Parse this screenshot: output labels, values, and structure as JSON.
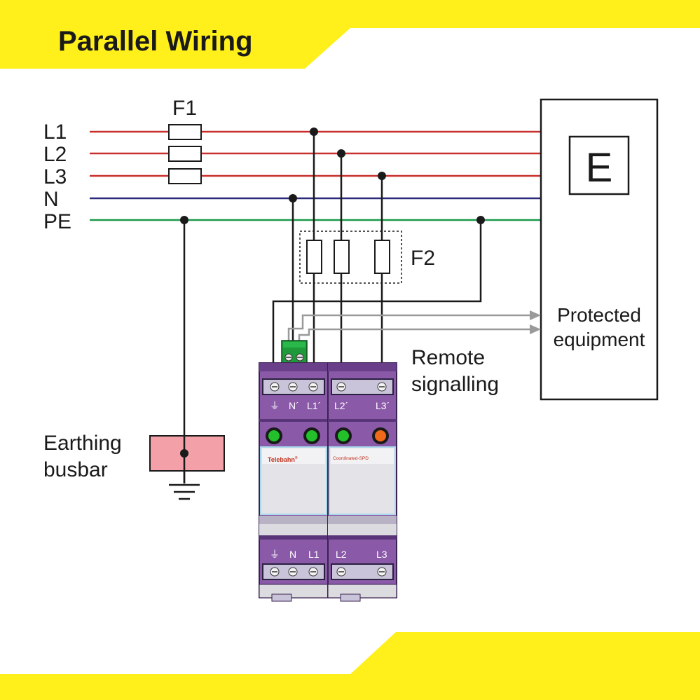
{
  "title": "Parallel Wiring",
  "lines": {
    "l1": "L1",
    "l2": "L2",
    "l3": "L3",
    "n": "N",
    "pe": "PE"
  },
  "fuses": {
    "f1": "F1",
    "f2": "F2"
  },
  "equipment": {
    "symbol": "E",
    "label_line1": "Protected",
    "label_line2": "equipment"
  },
  "remote": {
    "line1": "Remote",
    "line2": "signalling"
  },
  "earthing": {
    "line1": "Earthing",
    "line2": "busbar"
  },
  "spd": {
    "left_top_labels": [
      "N´",
      "L1´"
    ],
    "right_top_labels": [
      "L2´",
      "L3´"
    ],
    "left_bottom_labels": [
      "N",
      "L1"
    ],
    "right_bottom_labels": [
      "L2",
      "L3"
    ],
    "brand": "Telebahn",
    "right_brand": "Coordinated-SPD",
    "indicators": [
      "green",
      "green",
      "green",
      "orange"
    ]
  },
  "colors": {
    "yellow": "#ffef1a",
    "phase": "#c8302c",
    "neutral": "#2a2a7a",
    "pe": "#1a9a4a",
    "busbar": "#f3a0a8",
    "module_purple": "#8a5aa8",
    "module_dark": "#6a3f8a",
    "signal_gray": "#9a9a9a"
  }
}
